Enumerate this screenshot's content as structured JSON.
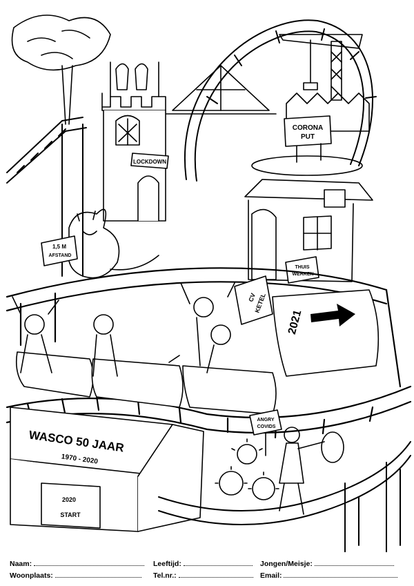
{
  "signs": {
    "corona_put_line1": "CORONA",
    "corona_put_line2": "PUT",
    "lockdown": "LOCKDOWN",
    "distance_line1": "1,5 M",
    "distance_line2": "AFSTAND",
    "thuis_werken_line1": "THUIS",
    "thuis_werken_line2": "WERKEN",
    "cv_ketel_line1": "CV",
    "cv_ketel_line2": "KETEL",
    "year_car": "2021",
    "angry_covids_line1": "ANGRY",
    "angry_covids_line2": "COVIDS",
    "wasco_title": "WASCO 50 JAAR",
    "wasco_years": "1970 - 2020",
    "station_year": "2020",
    "station_start": "START"
  },
  "form": {
    "naam_label": "Naam:",
    "leeftijd_label": "Leeftijd:",
    "gender_label": "Jongen/Meisje:",
    "woonplaats_label": "Woonplaats:",
    "tel_label": "Tel.nr.:",
    "email_label": "Email:"
  }
}
